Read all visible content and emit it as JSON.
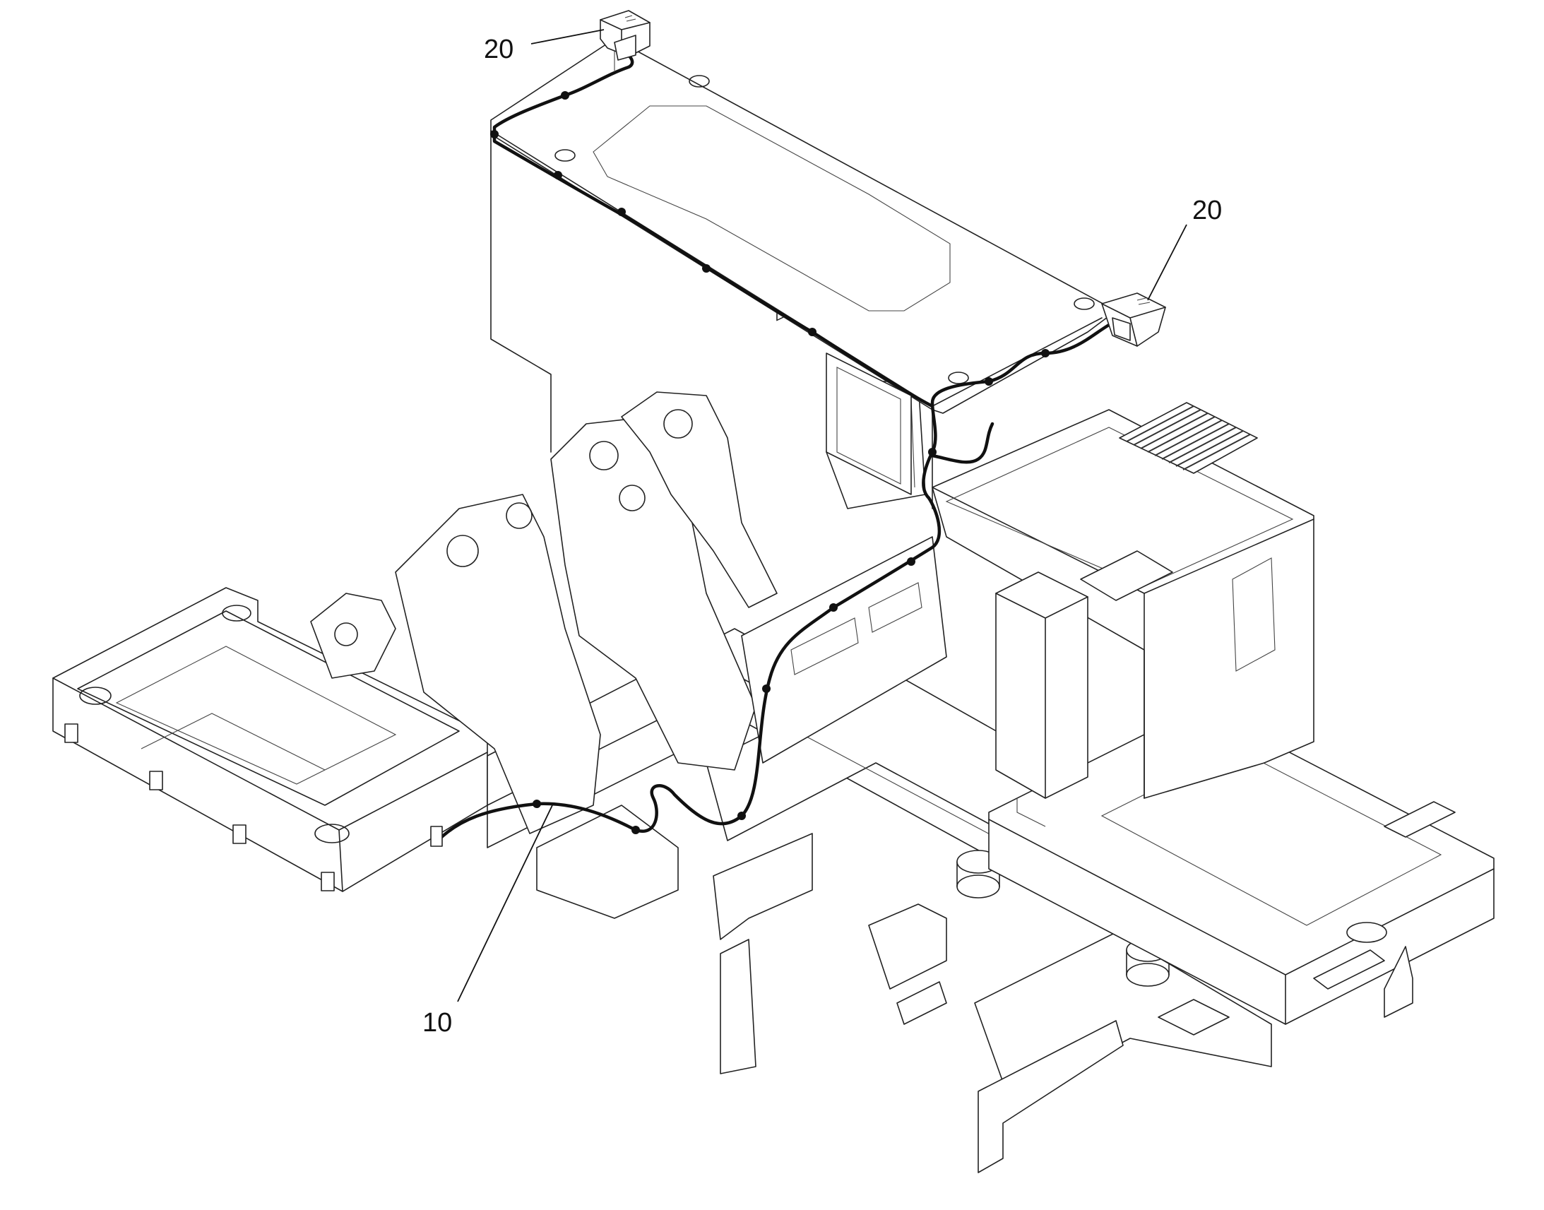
{
  "callouts": [
    {
      "id": "callout-20-top",
      "label": "20"
    },
    {
      "id": "callout-20-right",
      "label": "20"
    },
    {
      "id": "callout-10",
      "label": "10"
    }
  ]
}
